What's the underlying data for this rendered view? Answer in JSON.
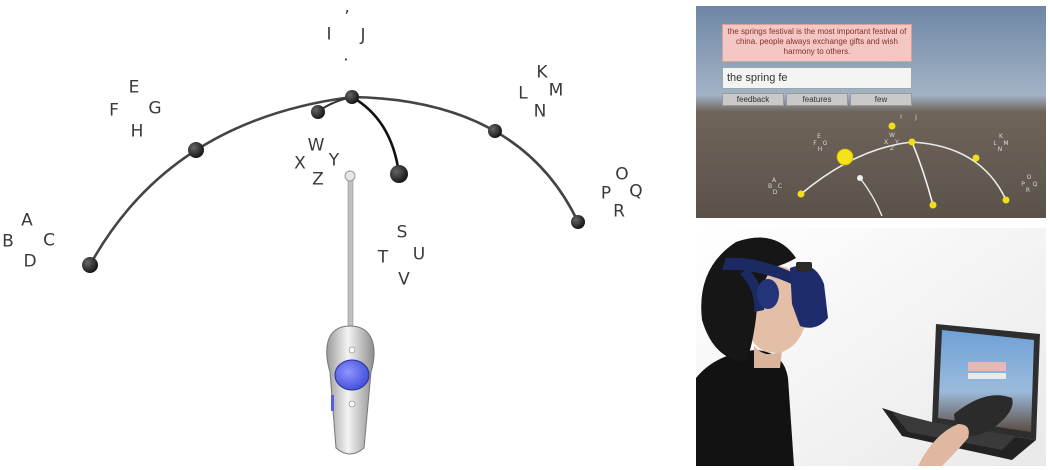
{
  "diagram": {
    "letters": [
      {
        "text": "A"
      },
      {
        "text": "B"
      },
      {
        "text": "C"
      },
      {
        "text": "D"
      },
      {
        "text": "E"
      },
      {
        "text": "F"
      },
      {
        "text": "G"
      },
      {
        "text": "H"
      },
      {
        "text": "I"
      },
      {
        "text": "’"
      },
      {
        "text": "J"
      },
      {
        "text": "."
      },
      {
        "text": "K"
      },
      {
        "text": "L"
      },
      {
        "text": "M"
      },
      {
        "text": "N"
      },
      {
        "text": "O"
      },
      {
        "text": "P"
      },
      {
        "text": "Q"
      },
      {
        "text": "R"
      },
      {
        "text": "S"
      },
      {
        "text": "T"
      },
      {
        "text": "U"
      },
      {
        "text": "V"
      },
      {
        "text": "W"
      },
      {
        "text": "X"
      },
      {
        "text": "Y"
      },
      {
        "text": "Z"
      }
    ]
  },
  "vr": {
    "sentence": "the springs festival is the most important festival of china. people always exchange gifts and wish harmony to others.",
    "input_text": "the spring fe",
    "suggestions": [
      "feedback",
      "features",
      "few"
    ],
    "letters": [
      "A",
      "B",
      "C",
      "D",
      "E",
      "F",
      "G",
      "H",
      "I",
      "J",
      "K",
      "L",
      "M",
      "N",
      "O",
      "P",
      "Q",
      "R",
      "W",
      "X",
      "Y",
      "Z"
    ]
  }
}
